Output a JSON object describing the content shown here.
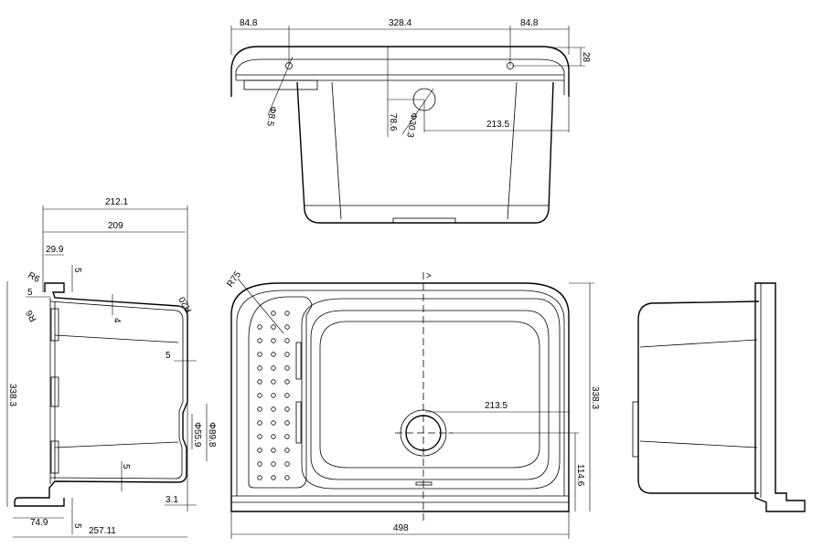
{
  "top_view": {
    "dim_left_offset": "84.8",
    "dim_hole_spacing": "328.4",
    "dim_right_offset": "84.8",
    "dim_rim_depth": "28",
    "dim_tap_hole": "Φ8.5",
    "dim_overflow_height": "78.6",
    "dim_overflow_hole": "Φ30.3",
    "dim_overflow_offset": "213.5"
  },
  "section_view": {
    "dim_overall_depth": "212.1",
    "dim_bowl_depth": "209",
    "dim_rim_width": "29.9",
    "dim_rim_thickness_top": "5",
    "dim_radius_outer": "R6",
    "dim_lip": "5",
    "dim_radius_inner": "R6",
    "dim_wall_top": "4",
    "dim_radius_bottom": "R20",
    "dim_wall_bottom": "5",
    "dim_height": "338.3",
    "dim_drain_inner": "Φ55.9",
    "dim_drain_outer": "Φ89.8",
    "dim_base_wall": "5",
    "dim_offset": "3.1",
    "dim_foot": "74.9",
    "dim_foot_thickness": "5",
    "dim_total_depth": "257.11"
  },
  "plan_view": {
    "dim_corner_radius": "R75",
    "dim_drain_offset": "213.5",
    "dim_height": "338.3",
    "dim_drain_height": "114.6",
    "dim_width": "498",
    "hole_rows": 13,
    "hole_cols": 3
  }
}
